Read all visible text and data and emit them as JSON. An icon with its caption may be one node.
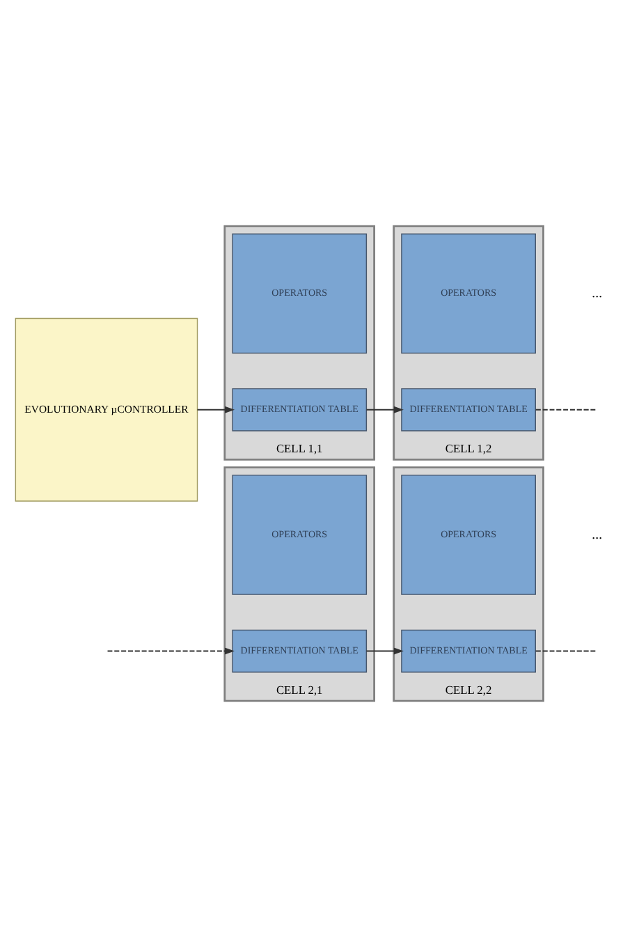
{
  "diagram": {
    "nodes": [
      {
        "text": [
          "EVOLUTIONARY µCONTROLLER"
        ]
      },
      {
        "text": [
          "CELL 1,1"
        ]
      },
      {
        "text": [
          "DIFFERENTIATION TABLE"
        ],
        "in": 1
      },
      {
        "text": [
          "OPERATORS"
        ],
        "in": 1
      },
      {
        "text": [
          "CELL 1,2"
        ]
      },
      {
        "text": [
          "DIFFERENTIATION TABLE"
        ],
        "in": 4
      },
      {
        "text": [
          "OPERATORS"
        ],
        "in": 4
      },
      {
        "text": [
          "CELL 2,1"
        ]
      },
      {
        "text": [
          "DIFFERENTIATION TABLE"
        ],
        "in": 7
      },
      {
        "text": [
          "OPERATORS"
        ],
        "in": 7
      },
      {
        "text": [
          "CELL 2,2"
        ]
      },
      {
        "text": [
          "DIFFERENTIATION TABLE"
        ],
        "in": 10
      },
      {
        "text": [
          "OPERATORS"
        ],
        "in": 10
      }
    ],
    "edges": [
      {
        "from": 0,
        "to": 2,
        "arrow": "to"
      },
      {
        "from": 2,
        "to": 5,
        "arrow": "to"
      },
      {
        "from": 5,
        "to": null,
        "arrow": "none",
        "style": "dashed"
      },
      {
        "from": null,
        "to": 8,
        "arrow": "to",
        "style": "dashed"
      },
      {
        "from": 8,
        "to": 11,
        "arrow": "to"
      },
      {
        "from": 11,
        "to": null,
        "arrow": "none",
        "style": "dashed"
      }
    ],
    "labels": [
      "...",
      "..."
    ]
  }
}
